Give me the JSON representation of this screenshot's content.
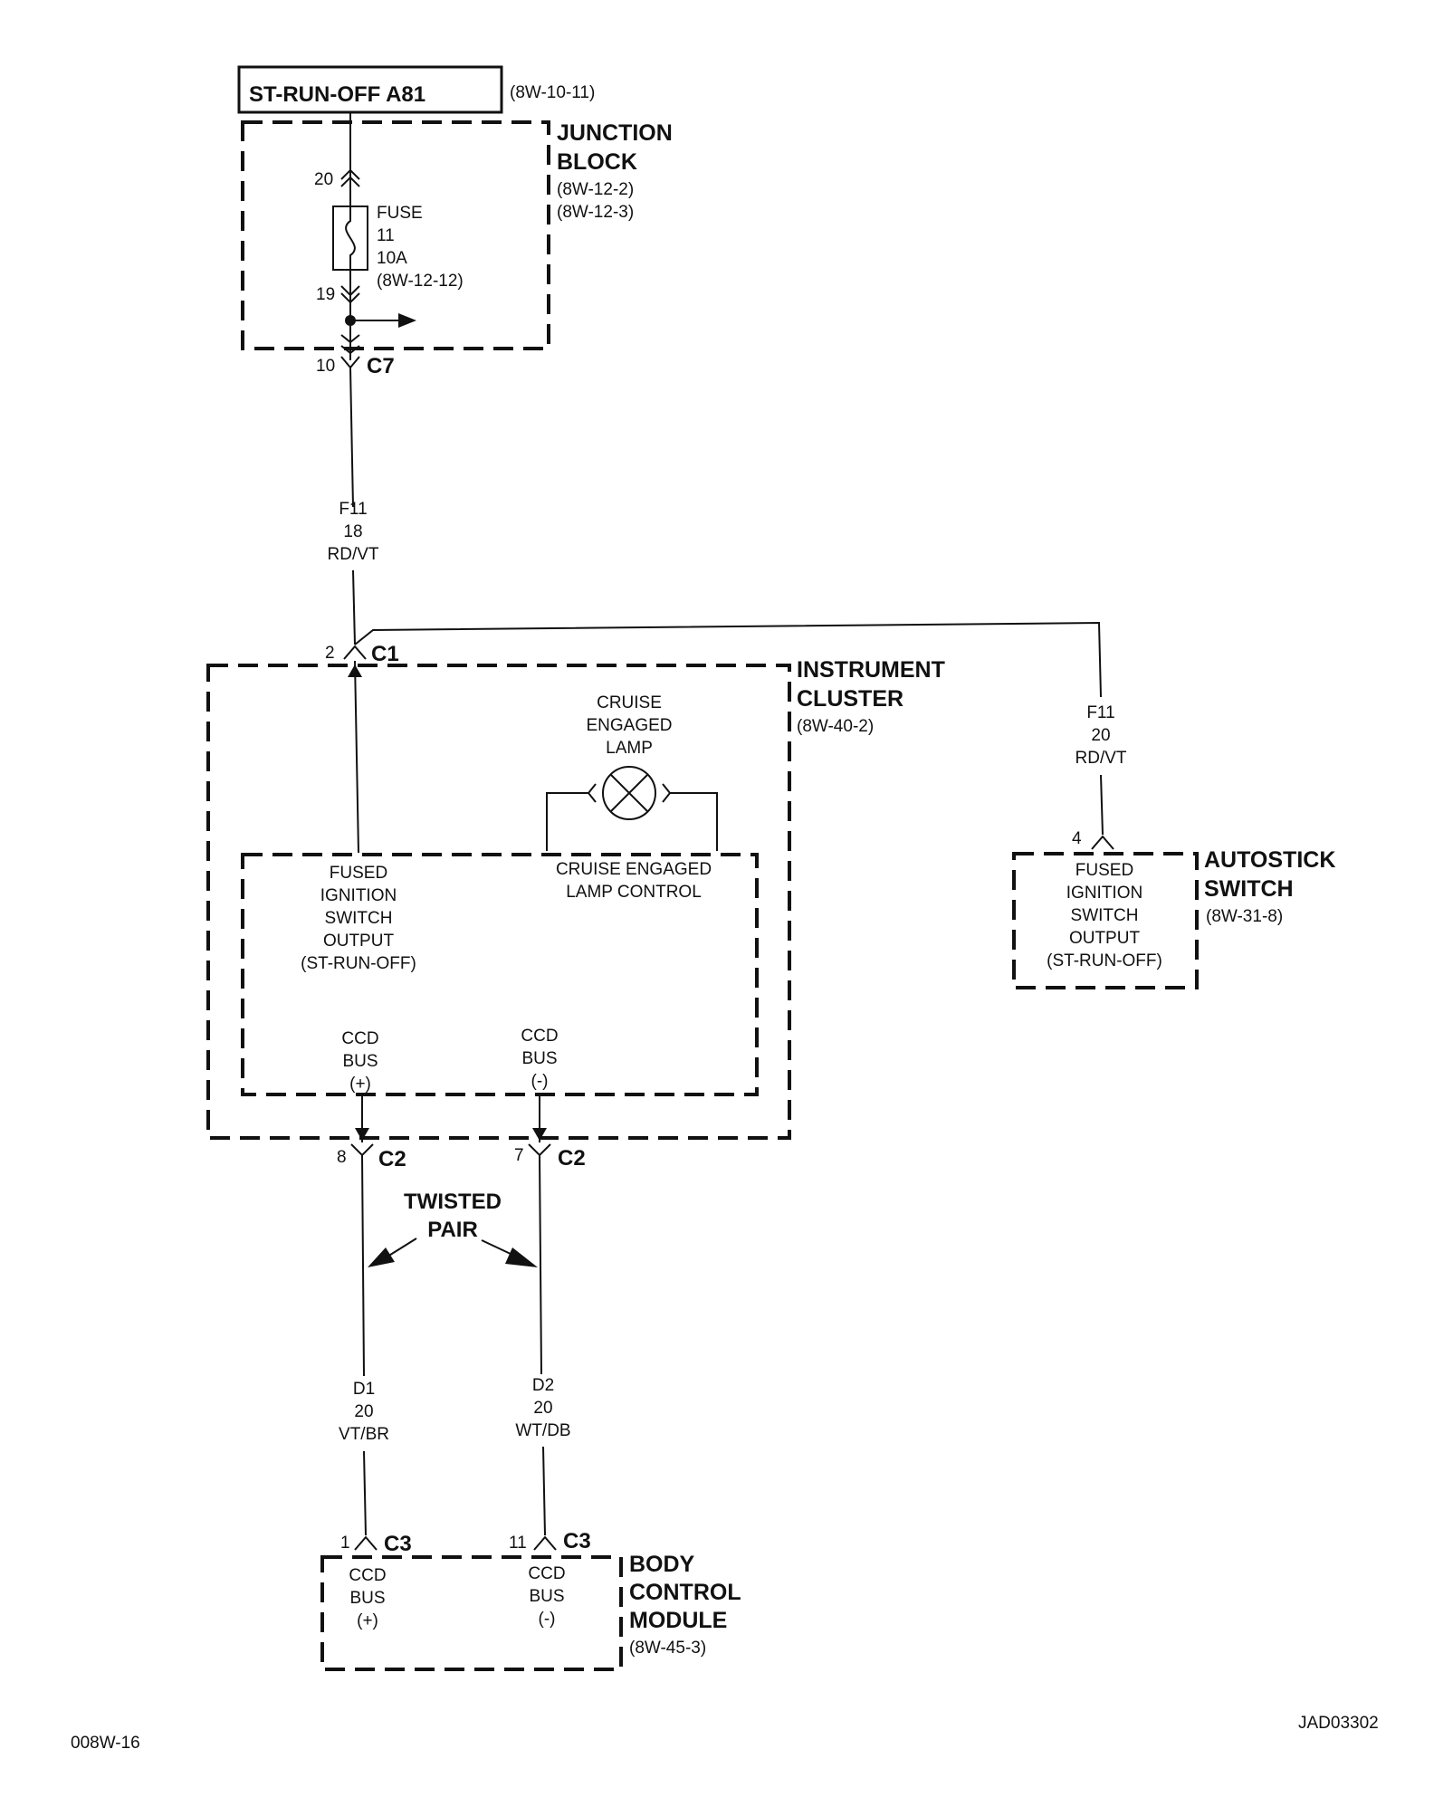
{
  "source_box": {
    "label": "ST-RUN-OFF A81",
    "ref": "(8W-10-11)"
  },
  "junction_block": {
    "title_lines": [
      "JUNCTION",
      "BLOCK"
    ],
    "refs": [
      "(8W-12-2)",
      "(8W-12-3)"
    ],
    "pin_in": "20",
    "pin_out": "19",
    "fuse_lines": [
      "FUSE",
      "11",
      "10A",
      "(8W-12-12)"
    ]
  },
  "connectors": {
    "c7": {
      "pin": "10",
      "name": "C7"
    },
    "c1": {
      "pin": "2",
      "name": "C1"
    },
    "c2a": {
      "pin": "8",
      "name": "C2"
    },
    "c2b": {
      "pin": "7",
      "name": "C2"
    },
    "c3a": {
      "pin": "1",
      "name": "C3"
    },
    "c3b": {
      "pin": "11",
      "name": "C3"
    },
    "autostick_pin": "4"
  },
  "wires": {
    "f11_main": [
      "F11",
      "18",
      "RD/VT"
    ],
    "f11_branch": [
      "F11",
      "20",
      "RD/VT"
    ],
    "d1": [
      "D1",
      "20",
      "VT/BR"
    ],
    "d2": [
      "D2",
      "20",
      "WT/DB"
    ]
  },
  "instrument_cluster": {
    "title_lines": [
      "INSTRUMENT",
      "CLUSTER"
    ],
    "ref": "(8W-40-2)",
    "lamp_lines": [
      "CRUISE",
      "ENGAGED",
      "LAMP"
    ],
    "fused_output_lines": [
      "FUSED",
      "IGNITION",
      "SWITCH",
      "OUTPUT",
      "(ST-RUN-OFF)"
    ],
    "lamp_control_lines": [
      "CRUISE ENGAGED",
      "LAMP CONTROL"
    ],
    "ccd_plus_lines": [
      "CCD",
      "BUS",
      "(+)"
    ],
    "ccd_minus_lines": [
      "CCD",
      "BUS",
      "(-)"
    ]
  },
  "autostick_switch": {
    "title_lines": [
      "AUTOSTICK",
      "SWITCH"
    ],
    "ref": "(8W-31-8)",
    "inner_lines": [
      "FUSED",
      "IGNITION",
      "SWITCH",
      "OUTPUT",
      "(ST-RUN-OFF)"
    ]
  },
  "twisted_pair_lines": [
    "TWISTED",
    "PAIR"
  ],
  "body_control_module": {
    "title_lines": [
      "BODY",
      "CONTROL",
      "MODULE"
    ],
    "ref": "(8W-45-3)",
    "ccd_plus_lines": [
      "CCD",
      "BUS",
      "(+)"
    ],
    "ccd_minus_lines": [
      "CCD",
      "BUS",
      "(-)"
    ]
  },
  "footer": {
    "left": "008W-16",
    "right": "JAD03302"
  }
}
